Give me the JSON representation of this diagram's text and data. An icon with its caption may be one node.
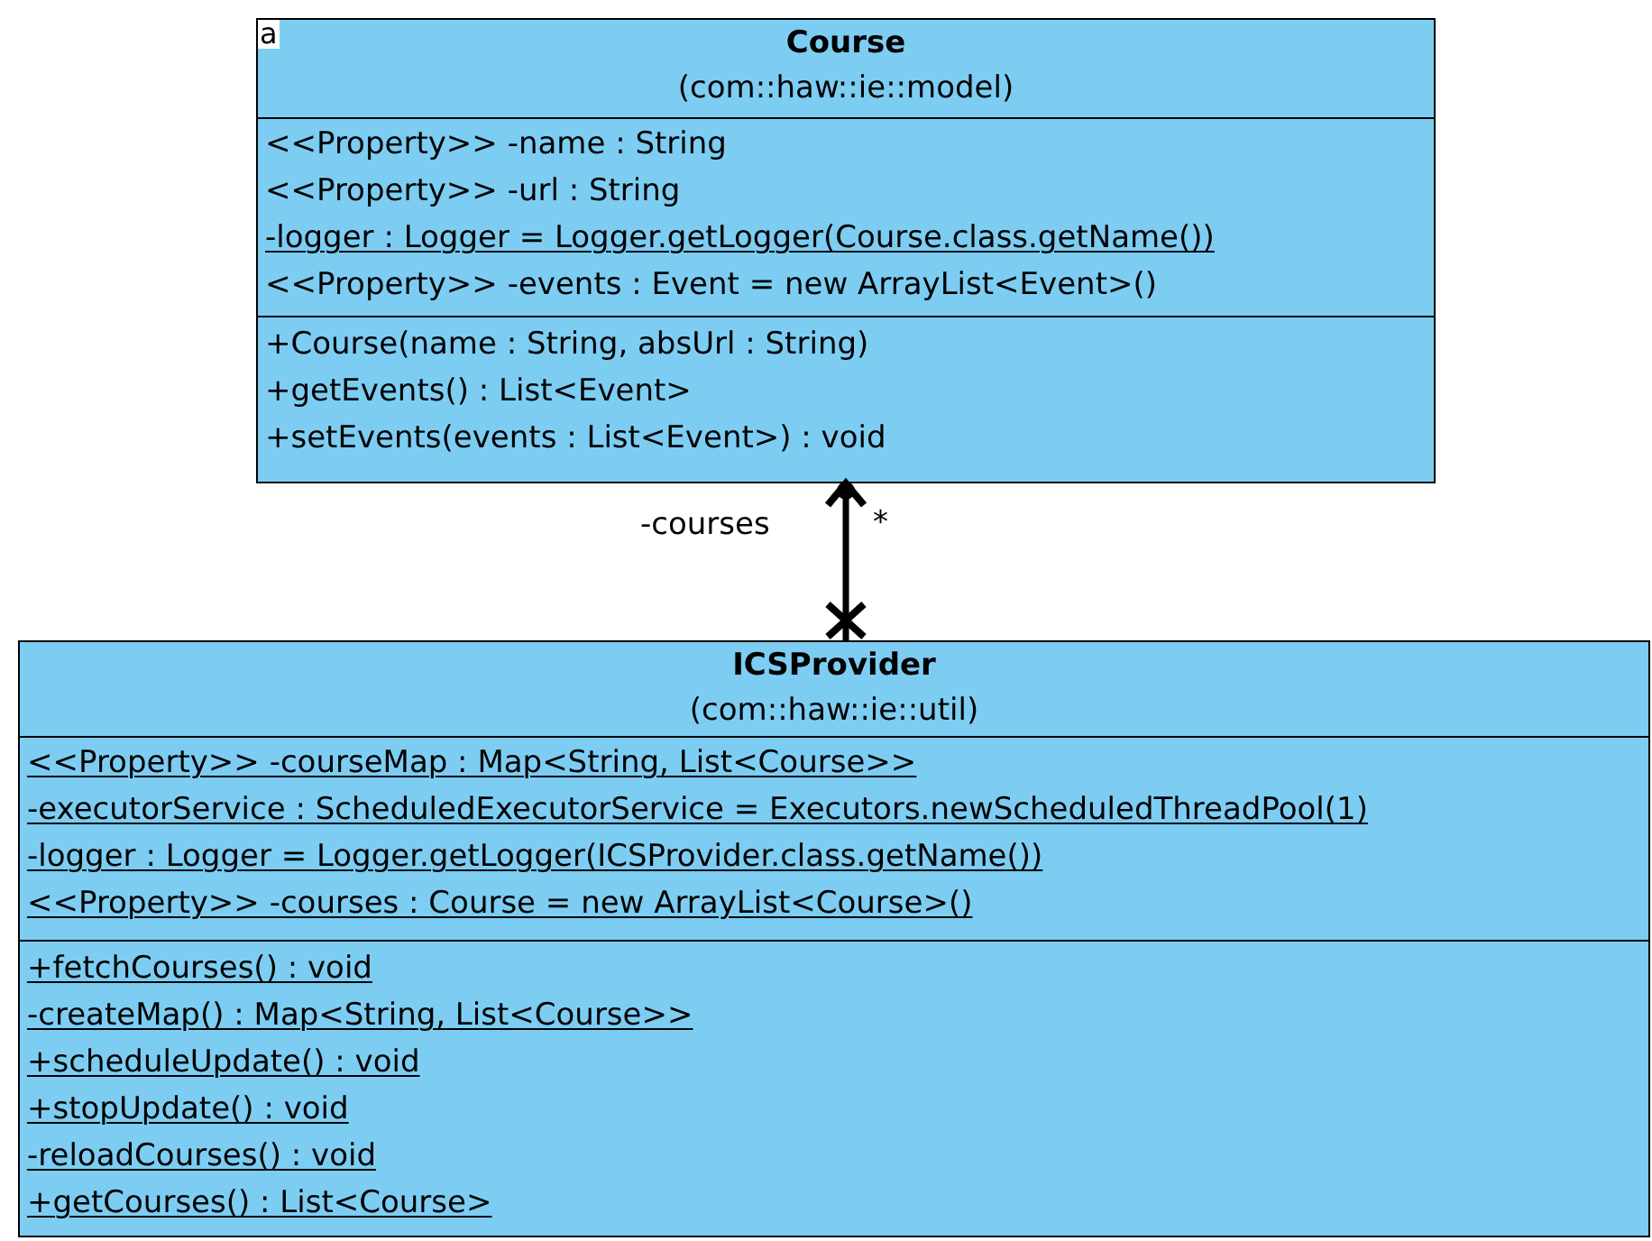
{
  "diagram": {
    "nodes": [
      {
        "text": [
          "Course",
          "(com::haw::ie::model)",
          "<<Property>> -name : String",
          "<<Property>> -url : String",
          "-logger : Logger = Logger.getLogger(Course.class.getName())",
          "<<Property>> -events : Event = new ArrayList<Event>()",
          "+Course(name : String, absUrl : String)",
          "+getEvents() : List<Event>",
          "+setEvents(events : List<Event>) : void"
        ]
      },
      {
        "text": [
          "ICSProvider",
          "(com::haw::ie::util)",
          "<<Property>> -courseMap : Map<String, List<Course>>",
          "-executorService : ScheduledExecutorService = Executors.newScheduledThreadPool(1)",
          "-logger : Logger = Logger.getLogger(ICSProvider.class.getName())",
          "<<Property>> -courses : Course = new ArrayList<Course>()",
          "+fetchCourses() : void",
          "-createMap() : Map<String, List<Course>>",
          "+scheduleUpdate() : void",
          "+stopUpdate() : void",
          "-reloadCourses() : void",
          "+getCourses() : List<Course>"
        ]
      }
    ],
    "edges": [
      {
        "from": 1,
        "to": 0,
        "arrow": "to",
        "label": "-courses"
      }
    ],
    "labels": [
      "a",
      "*"
    ]
  }
}
